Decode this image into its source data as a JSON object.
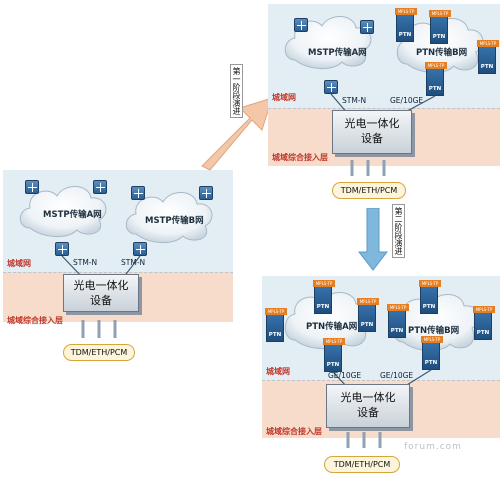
{
  "left": {
    "metro_label": "城域网",
    "access_label": "城域综合接入层",
    "cloud_a": "MSTP传输A网",
    "cloud_b": "MSTP传输B网",
    "link_a": "STM-N",
    "link_b": "STM-N",
    "box_line1": "光电一体化",
    "box_line2": "设备",
    "service": "TDM/ETH/PCM"
  },
  "stage1": {
    "step": "第一阶段演进",
    "metro_label": "城域网",
    "access_label": "城域综合接入层",
    "cloud_a": "MSTP传输A网",
    "cloud_b": "PTN传输B网",
    "link_a": "STM-N",
    "link_b": "GE/10GE",
    "box_line1": "光电一体化",
    "box_line2": "设备",
    "service": "TDM/ETH/PCM"
  },
  "stage2": {
    "step": "第二阶段演进",
    "metro_label": "城域网",
    "access_label": "城域综合接入层",
    "cloud_a": "PTN传输A网",
    "cloud_b": "PTN传输B网",
    "link_a": "GE/10GE",
    "link_b": "GE/10GE",
    "box_line1": "光电一体化",
    "box_line2": "设备",
    "service": "TDM/ETH/PCM"
  },
  "ptn_tag": "MPLS-TP",
  "ptn_label": "PTN",
  "watermark": "forum.com",
  "colors": {
    "metro_bg": "#e3edf4",
    "access_bg": "#f7dccb",
    "zone_label": "#c0392b",
    "cloud": "#ffffff",
    "switch": "#2d5f91",
    "service_border": "#d4a73c",
    "arrow1": "#f3c7a8",
    "arrow2": "#7fb8dc"
  }
}
